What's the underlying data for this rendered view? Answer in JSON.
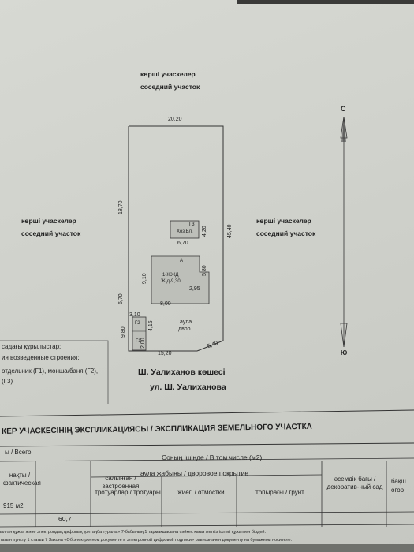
{
  "neighbors": {
    "top": {
      "kz": "көрші учаскелер",
      "ru": "соседний участок"
    },
    "left": {
      "kz": "көрші учаскелер",
      "ru": "соседний участок"
    },
    "right": {
      "kz": "көрші учаскелер",
      "ru": "соседний участок"
    }
  },
  "dimensions": {
    "top": "20,20",
    "left_upper": "18,70",
    "right": "45,40",
    "left_middle": "6,70",
    "g3_width": "6,70",
    "g3_height": "4,20",
    "house_height": "9,10",
    "house_width": "8,00",
    "house_notch_h": "5,80",
    "house_notch_w": "2,95",
    "g2_top": "3,10",
    "g2_height": "4,15",
    "left_lower": "9,80",
    "g2_side": "2,00",
    "bottom": "15,20",
    "bottom_right": "5,40"
  },
  "buildings": {
    "g3": {
      "code": "Г3",
      "desc": "Хоз.Бл."
    },
    "house": {
      "code": "А",
      "desc1": "1-ЖЖД",
      "desc2": "Ж-д-9,30"
    },
    "g2": {
      "code": "Г2",
      "desc": "Г1"
    }
  },
  "yard": {
    "kz": "аула",
    "ru": "двор"
  },
  "compass": {
    "north": "С",
    "south": "Ю"
  },
  "street": {
    "kz": "Ш. Уалиханов көшесі",
    "ru": "ул. Ш. Уалиханова"
  },
  "legend": {
    "line1": "садағы құрылыстар:",
    "line2": "ия возведенные строения:",
    "line3": "отдельник (Г1), монша/баня (Г2),",
    "line4": "(Г3)"
  },
  "explication": {
    "title": "КЕР УЧАСКЕСІНІҢ ЭКСПЛИКАЦИЯСЫ / ЭКСПЛИКАЦИЯ ЗЕМЕЛЬНОГО УЧАСТКА",
    "total": "ы / Всего",
    "actual": "нақты / фактическая",
    "built": "салынған / застроенная",
    "among": "Соның ішінде / В том числе (м2)",
    "yard_cover": "аула жабыны / дворовое покрытие",
    "sidewalks": "тротуарлар / тротуары",
    "blind_area": "жиегі / отмостки",
    "ground": "топырағы / грунт",
    "decor": "әсемдік бағы / декоратив-ный сад",
    "garden": "бақш огор",
    "val_actual": "915 м2",
    "val_built": "60,7"
  },
  "footer": {
    "line1": "ылған құжат және электрондық цифрлық қолтаңба туралы» 7-бабының 1 тармақшасына сәйкес қағаз жеткізгіштегі құжатпен бірдей.",
    "line2": "татын пункту 1 статьи 7 Закона «Об электронном документе и электронной цифровой подписи» равнозначен документу на бумажном носителе."
  }
}
